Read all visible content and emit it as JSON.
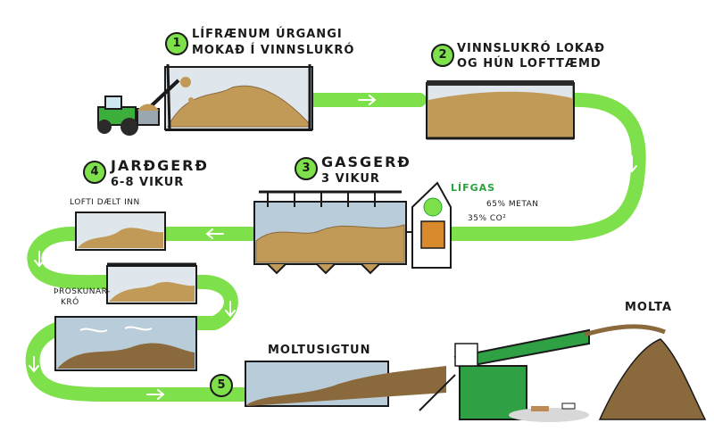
{
  "steps": [
    {
      "num": "1",
      "line1": "LÍFRÆNUM ÚRGANGI",
      "line2": "MOKAÐ Í VINNSLUKRÓ"
    },
    {
      "num": "2",
      "line1": "VINNSLUKRÓ LOKAÐ",
      "line2": "OG HÚN LOFTTÆMD"
    },
    {
      "num": "3",
      "line1": "GASGERÐ",
      "line2": "3 VIKUR"
    },
    {
      "num": "4",
      "line1": "JARÐGERÐ",
      "line2": "6-8 VIKUR"
    },
    {
      "num": "5",
      "line1": "",
      "line2": ""
    }
  ],
  "labels": {
    "lofti": "LOFTI DÆLT INN",
    "throskunarkro_1": "ÞROSKUNAR-",
    "throskunarkro_2": "KRÓ",
    "lifgas": "LÍFGAS",
    "metan": "65% METAN",
    "co2": "35% CO²",
    "moltusigtun": "MOLTUSIGTUN",
    "molta": "MOLTA"
  },
  "colors": {
    "path": "#7ee04a",
    "compost": "#c29a58",
    "compost_dark": "#8a6a3c",
    "water": "#b9ccd9",
    "machine": "#2fa043",
    "tractor": "#3cae3c"
  }
}
